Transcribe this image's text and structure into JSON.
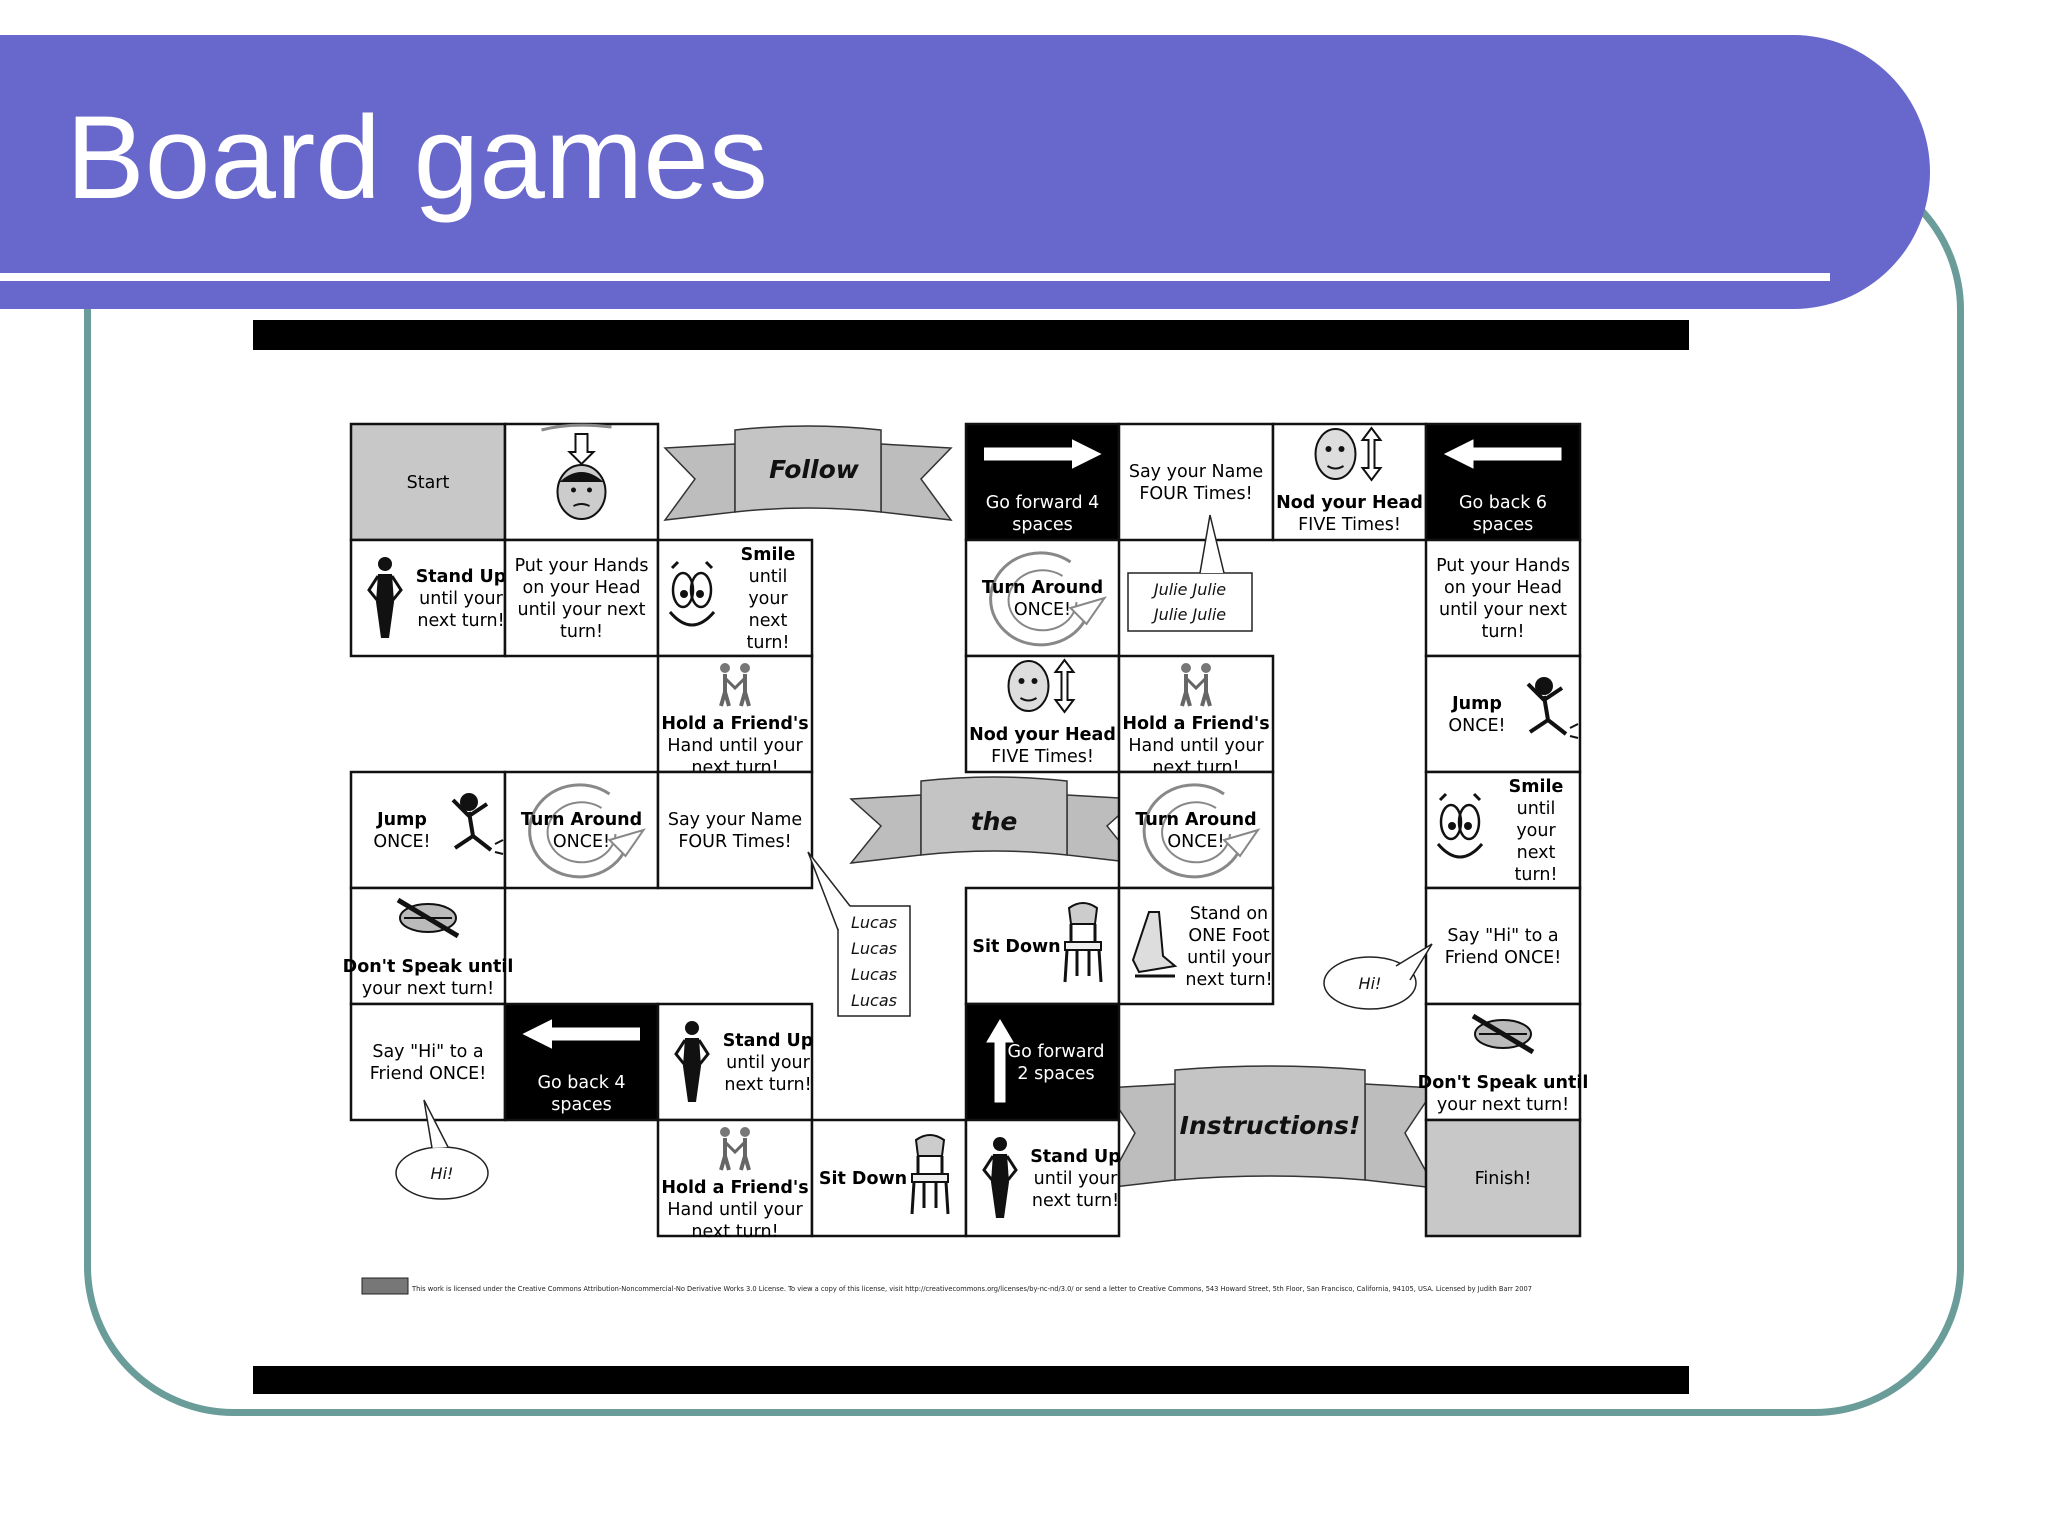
{
  "slide": {
    "title": "Board games"
  },
  "colors": {
    "title_bar": "#6868cc",
    "frame": "#6a9c9a",
    "start_finish": "#c8c8c8"
  },
  "banners": [
    {
      "id": "follow",
      "text": "Follow"
    },
    {
      "id": "the",
      "text": "the"
    },
    {
      "id": "instructions",
      "text": "Instructions!"
    }
  ],
  "cells": [
    {
      "id": "start",
      "lines": [
        "Start"
      ],
      "icon": ""
    },
    {
      "id": "c1",
      "lines": [],
      "icon": "hand-on-head-icon"
    },
    {
      "id": "c2",
      "lines": [
        "Go forward 4",
        "spaces"
      ],
      "icon": "arrow-right-icon"
    },
    {
      "id": "c3",
      "lines": [
        "Say your Name",
        "FOUR Times!"
      ],
      "icon": ""
    },
    {
      "id": "c4",
      "lines": [
        "Nod your Head",
        "FIVE Times!"
      ],
      "icon": "nodding-face-icon"
    },
    {
      "id": "c5",
      "lines": [
        "Go back 6",
        "spaces"
      ],
      "icon": "arrow-left-icon"
    },
    {
      "id": "c6",
      "lines": [
        "Stand Up",
        "until your",
        "next turn!"
      ],
      "icon": "standing-person-icon"
    },
    {
      "id": "c7",
      "lines": [
        "Put your Hands",
        "on your Head",
        "until your next",
        "turn!"
      ],
      "icon": ""
    },
    {
      "id": "c8",
      "lines": [
        "Smile",
        "until",
        "your",
        "next",
        "turn!"
      ],
      "icon": "smiling-face-icon"
    },
    {
      "id": "c9",
      "lines": [
        "Turn Around",
        "ONCE!"
      ],
      "icon": "turn-around-icon"
    },
    {
      "id": "c10",
      "lines": [],
      "icon": ""
    },
    {
      "id": "c11",
      "lines": [
        "Put your Hands",
        "on your Head",
        "until your next",
        "turn!"
      ],
      "icon": ""
    },
    {
      "id": "c12",
      "lines": [
        "Hold a Friend's",
        "Hand until your",
        "next turn!"
      ],
      "icon": "holding-hands-icon"
    },
    {
      "id": "c13",
      "lines": [
        "Nod your Head",
        "FIVE Times!"
      ],
      "icon": "nodding-face-icon"
    },
    {
      "id": "c14",
      "lines": [
        "Hold a Friend's",
        "Hand until your",
        "next turn!"
      ],
      "icon": "holding-hands-icon"
    },
    {
      "id": "c15",
      "lines": [
        "Jump",
        "ONCE!"
      ],
      "icon": "jumping-person-icon"
    },
    {
      "id": "c16",
      "lines": [
        "Jump",
        "ONCE!"
      ],
      "icon": "jumping-person-icon"
    },
    {
      "id": "c17",
      "lines": [
        "Turn Around",
        "ONCE!"
      ],
      "icon": "turn-around-icon"
    },
    {
      "id": "c18",
      "lines": [
        "Say your Name",
        "FOUR Times!"
      ],
      "icon": ""
    },
    {
      "id": "c19",
      "lines": [
        "Turn Around",
        "ONCE!"
      ],
      "icon": "turn-around-icon"
    },
    {
      "id": "c20",
      "lines": [
        "Smile",
        "until",
        "your",
        "next",
        "turn!"
      ],
      "icon": "smiling-face-icon"
    },
    {
      "id": "c21",
      "lines": [
        "Don't Speak until",
        "your next turn!"
      ],
      "icon": "no-talking-icon"
    },
    {
      "id": "c22",
      "lines": [
        "Sit Down"
      ],
      "icon": "chair-icon"
    },
    {
      "id": "c23",
      "lines": [
        "Stand on",
        "ONE Foot",
        "until your",
        "next turn!"
      ],
      "icon": "one-foot-icon"
    },
    {
      "id": "c24",
      "lines": [
        "Say \"Hi\" to a",
        "Friend ONCE!"
      ],
      "icon": ""
    },
    {
      "id": "c25",
      "lines": [
        "Say \"Hi\" to a",
        "Friend ONCE!"
      ],
      "icon": ""
    },
    {
      "id": "c26",
      "lines": [
        "Go back 4",
        "spaces"
      ],
      "icon": "arrow-left-icon"
    },
    {
      "id": "c27",
      "lines": [
        "Stand Up",
        "until your",
        "next turn!"
      ],
      "icon": "standing-person-icon"
    },
    {
      "id": "c28",
      "lines": [
        "Go forward",
        "2 spaces"
      ],
      "icon": "arrow-up-icon"
    },
    {
      "id": "c29",
      "lines": [
        "Don't Speak until",
        "your next turn!"
      ],
      "icon": "no-talking-icon"
    },
    {
      "id": "c30",
      "lines": [
        "Hold a Friend's",
        "Hand until your",
        "next turn!"
      ],
      "icon": "holding-hands-icon"
    },
    {
      "id": "c31",
      "lines": [
        "Sit Down"
      ],
      "icon": "chair-icon"
    },
    {
      "id": "c32",
      "lines": [
        "Stand Up",
        "until your",
        "next turn!"
      ],
      "icon": "standing-person-icon"
    },
    {
      "id": "finish",
      "lines": [
        "Finish!"
      ],
      "icon": ""
    }
  ],
  "bubbles": [
    {
      "id": "julie",
      "lines": [
        "Julie Julie",
        "Julie Julie"
      ]
    },
    {
      "id": "lucas",
      "lines": [
        "Lucas",
        "Lucas",
        "Lucas",
        "Lucas"
      ]
    },
    {
      "id": "hi1",
      "lines": [
        "Hi!"
      ]
    },
    {
      "id": "hi2",
      "lines": [
        "Hi!"
      ]
    }
  ],
  "license": {
    "text": "This work is licensed under the Creative Commons Attribution-Noncommercial-No Derivative Works 3.0 License. To view a copy of this license, visit http://creativecommons.org/licenses/by-nc-nd/3.0/ or send a letter to Creative Commons, 543 Howard Street, 5th Floor, San Francisco, California, 94105, USA. Licensed by Judith Barr 2007"
  }
}
